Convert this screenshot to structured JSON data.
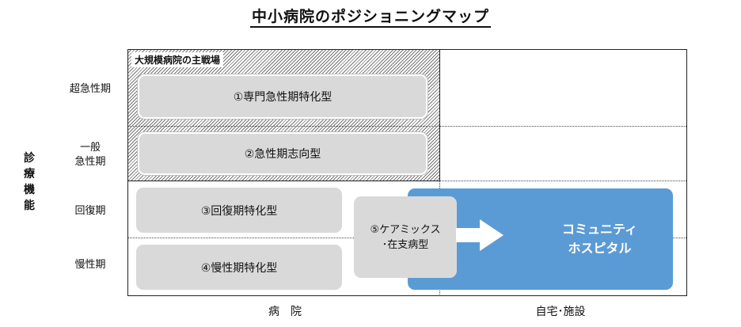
{
  "title": "中小病院のポジショニングマップ",
  "y_axis_label": [
    "診",
    "療",
    "機",
    "能"
  ],
  "rows": {
    "acute_super": "超急性期",
    "general_acute_line1": "一般",
    "general_acute_line2": "急性期",
    "recovery": "回復期",
    "chronic": "慢性期"
  },
  "columns": {
    "hospital": "病　院",
    "home": "自宅･施設"
  },
  "hatch_label": "大規模病院の主戦場",
  "boxes": {
    "acute_specialized": "①専門急性期特化型",
    "acute_oriented": "②急性期志向型",
    "recovery_specialized": "③回復期特化型",
    "chronic_specialized": "④慢性期特化型",
    "care_mix_line1": "⑤ケアミックス",
    "care_mix_line2": "･在支病型"
  },
  "community": {
    "line1": "コミュニティ",
    "line2": "ホスピタル"
  },
  "colors": {
    "box_gray": "#d9d9d9",
    "community_blue": "#5b9bd5",
    "arrow": "#ffffff"
  }
}
